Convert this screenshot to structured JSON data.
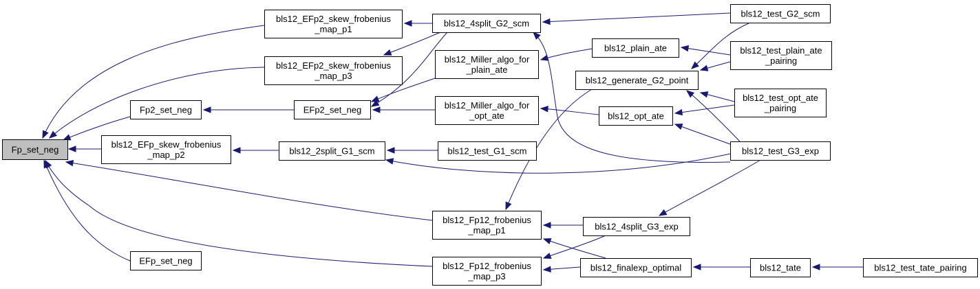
{
  "graph": {
    "colors": {
      "edge": "#191970",
      "node_border": "#000000",
      "root_fill": "#bfbfbf",
      "node_fill": "#ffffff"
    },
    "nodes": [
      {
        "id": "fp_set_neg",
        "lines": [
          "Fp_set_neg"
        ],
        "root": true
      },
      {
        "id": "efp2_skew_p1",
        "lines": [
          "bls12_EFp2_skew_frobenius",
          "_map_p1"
        ]
      },
      {
        "id": "efp2_skew_p3",
        "lines": [
          "bls12_EFp2_skew_frobenius",
          "_map_p3"
        ]
      },
      {
        "id": "fp2_set_neg",
        "lines": [
          "Fp2_set_neg"
        ]
      },
      {
        "id": "efp_skew_p2",
        "lines": [
          "bls12_EFp_skew_frobenius",
          "_map_p2"
        ]
      },
      {
        "id": "efp_set_neg",
        "lines": [
          "EFp_set_neg"
        ]
      },
      {
        "id": "split4_g2_scm",
        "lines": [
          "bls12_4split_G2_scm"
        ]
      },
      {
        "id": "miller_plain",
        "lines": [
          "bls12_Miller_algo_for",
          "_plain_ate"
        ]
      },
      {
        "id": "efp2_set_neg",
        "lines": [
          "EFp2_set_neg"
        ]
      },
      {
        "id": "miller_opt",
        "lines": [
          "bls12_Miller_algo_for",
          "_opt_ate"
        ]
      },
      {
        "id": "split2_g1_scm",
        "lines": [
          "bls12_2split_G1_scm"
        ]
      },
      {
        "id": "test_g1_scm",
        "lines": [
          "bls12_test_G1_scm"
        ]
      },
      {
        "id": "fp12_frob_p1",
        "lines": [
          "bls12_Fp12_frobenius",
          "_map_p1"
        ]
      },
      {
        "id": "fp12_frob_p3",
        "lines": [
          "bls12_Fp12_frobenius",
          "_map_p3"
        ]
      },
      {
        "id": "plain_ate",
        "lines": [
          "bls12_plain_ate"
        ]
      },
      {
        "id": "gen_g2_point",
        "lines": [
          "bls12_generate_G2_point"
        ]
      },
      {
        "id": "opt_ate",
        "lines": [
          "bls12_opt_ate"
        ]
      },
      {
        "id": "split4_g3_exp",
        "lines": [
          "bls12_4split_G3_exp"
        ]
      },
      {
        "id": "finalexp_opt",
        "lines": [
          "bls12_finalexp_optimal"
        ]
      },
      {
        "id": "test_g2_scm",
        "lines": [
          "bls12_test_G2_scm"
        ]
      },
      {
        "id": "test_plain_ate",
        "lines": [
          "bls12_test_plain_ate",
          "_pairing"
        ]
      },
      {
        "id": "test_opt_ate",
        "lines": [
          "bls12_test_opt_ate",
          "_pairing"
        ]
      },
      {
        "id": "test_g3_exp",
        "lines": [
          "bls12_test_G3_exp"
        ]
      },
      {
        "id": "tate",
        "lines": [
          "bls12_tate"
        ]
      },
      {
        "id": "test_tate",
        "lines": [
          "bls12_test_tate_pairing"
        ]
      }
    ],
    "edges": [
      [
        "efp2_skew_p1",
        "fp_set_neg"
      ],
      [
        "efp2_skew_p3",
        "fp_set_neg"
      ],
      [
        "fp2_set_neg",
        "fp_set_neg"
      ],
      [
        "efp_skew_p2",
        "fp_set_neg"
      ],
      [
        "efp_set_neg",
        "fp_set_neg"
      ],
      [
        "fp12_frob_p1",
        "fp_set_neg"
      ],
      [
        "fp12_frob_p3",
        "fp_set_neg"
      ],
      [
        "split4_g2_scm",
        "efp2_skew_p1"
      ],
      [
        "split4_g2_scm",
        "efp2_skew_p3"
      ],
      [
        "efp2_set_neg",
        "fp2_set_neg"
      ],
      [
        "split2_g1_scm",
        "efp_skew_p2"
      ],
      [
        "split4_g2_scm",
        "efp2_set_neg"
      ],
      [
        "miller_plain",
        "efp2_set_neg"
      ],
      [
        "miller_opt",
        "efp2_set_neg"
      ],
      [
        "test_g1_scm",
        "split2_g1_scm"
      ],
      [
        "test_g3_exp",
        "split2_g1_scm"
      ],
      [
        "test_g2_scm",
        "split4_g2_scm"
      ],
      [
        "test_g3_exp",
        "split4_g2_scm"
      ],
      [
        "plain_ate",
        "miller_plain"
      ],
      [
        "opt_ate",
        "miller_opt"
      ],
      [
        "test_plain_ate",
        "plain_ate"
      ],
      [
        "test_g2_scm",
        "gen_g2_point"
      ],
      [
        "test_plain_ate",
        "gen_g2_point"
      ],
      [
        "test_opt_ate",
        "gen_g2_point"
      ],
      [
        "test_g3_exp",
        "gen_g2_point"
      ],
      [
        "gen_g2_point",
        "fp12_frob_p1"
      ],
      [
        "test_opt_ate",
        "opt_ate"
      ],
      [
        "test_g3_exp",
        "opt_ate"
      ],
      [
        "split4_g3_exp",
        "fp12_frob_p1"
      ],
      [
        "finalexp_opt",
        "fp12_frob_p1"
      ],
      [
        "split4_g3_exp",
        "fp12_frob_p3"
      ],
      [
        "finalexp_opt",
        "fp12_frob_p3"
      ],
      [
        "test_g3_exp",
        "split4_g3_exp"
      ],
      [
        "tate",
        "finalexp_opt"
      ],
      [
        "test_tate",
        "tate"
      ]
    ]
  }
}
